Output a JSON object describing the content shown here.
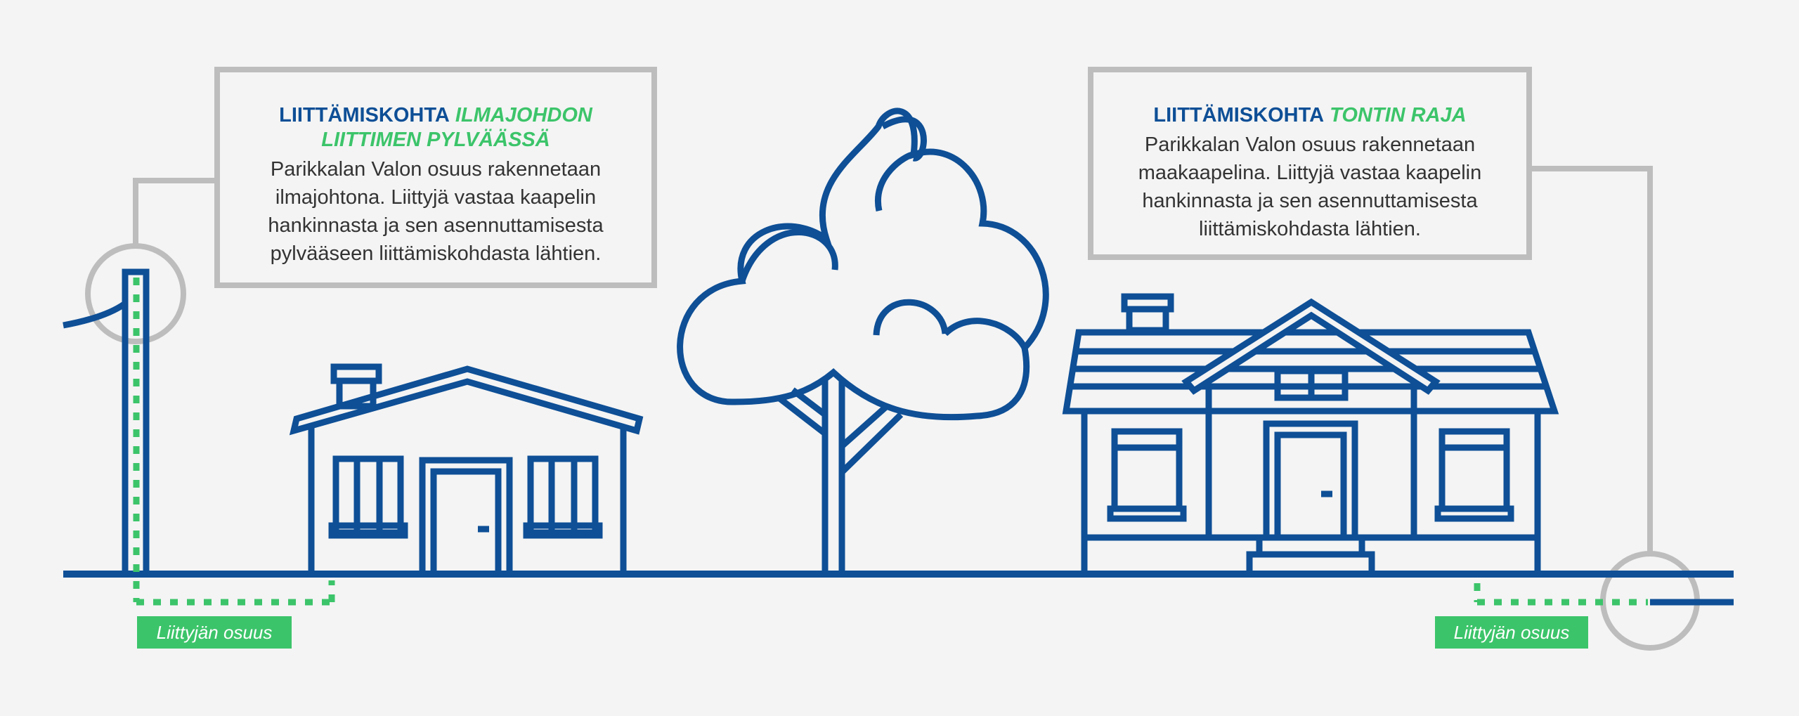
{
  "callout_left": {
    "title_prefix": "LIITTÄMISKOHTA",
    "title_highlight": "ILMAJOHDON LIITTIMEN PYLVÄÄSSÄ",
    "body": "Parikkalan Valon osuus rakennetaan ilmajohtona. Liittyjä vastaa kaapelin hankinnasta ja sen asennuttamisesta pylvääseen liittämiskohdasta lähtien."
  },
  "callout_right": {
    "title_prefix": "LIITTÄMISKOHTA",
    "title_highlight": "TONTIN RAJA",
    "body": "Parikkalan Valon osuus rakennetaan maakaapelina. Liittyjä vastaa kaapelin hankinnasta ja sen asennuttamisesta liittämiskohdasta lähtien."
  },
  "badges": {
    "left": "Liittyjän osuus",
    "right": "Liittyjän osuus"
  },
  "colors": {
    "line_blue": "#0e4f96",
    "accent_green": "#3cc46a",
    "connector_gray": "#bdbdbd",
    "background": "#f4f4f4"
  }
}
